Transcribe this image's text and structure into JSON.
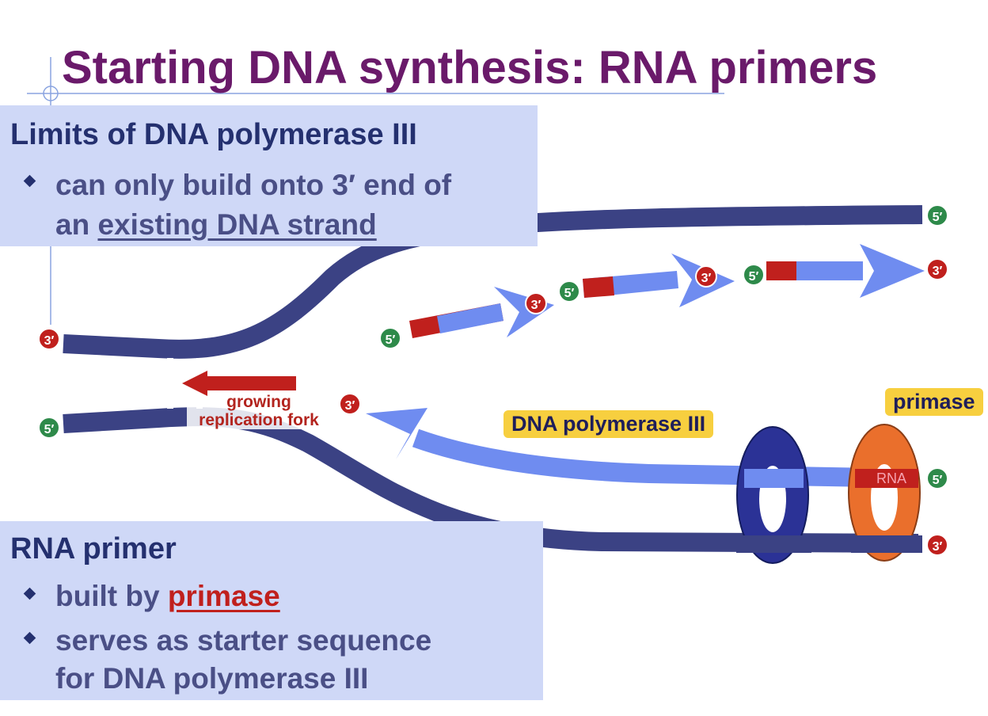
{
  "title": "Starting DNA synthesis: RNA primers",
  "limits_box": {
    "heading": "Limits of DNA polymerase III",
    "bullet_prefix": "can only build onto 3′ end of",
    "bullet_line2_prefix": "an ",
    "bullet_line2_link": "existing DNA strand"
  },
  "rna_box": {
    "heading": "RNA primer",
    "bullet1_prefix": "built by ",
    "bullet1_link": "primase",
    "bullet2_line1": "serves as starter sequence",
    "bullet2_line2": "for DNA polymerase III"
  },
  "labels": {
    "fork_line1": "growing",
    "fork_line2": "replication fork",
    "dna_polymerase": "DNA polymerase III",
    "primase": "primase",
    "rna": "RNA"
  },
  "end_labels": {
    "three_prime": "3′",
    "five_prime": "5′"
  },
  "colors": {
    "title": "#6a1a6a",
    "box_bg": "#cfd8f7",
    "strand_dark": "#3b4284",
    "strand_light": "#6f8cf0",
    "primer_red": "#c0201d",
    "badge_red": "#c0201d",
    "badge_green": "#2e8a4a",
    "polymerase_ring": "#2b3296",
    "primase_ring": "#ea6f2c",
    "label_yellow": "#f7cf3f"
  }
}
